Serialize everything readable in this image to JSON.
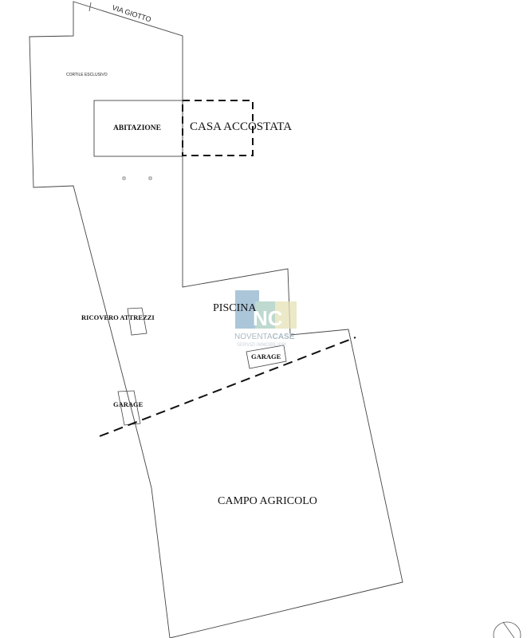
{
  "labels": {
    "street": "VIA GIOTTO",
    "courtyard": "CORTILE ESCLUSIVO",
    "house": "ABITAZIONE",
    "adjacent_house": "CASA ACCOSTATA",
    "pool": "PISCINA",
    "tool_shed": "RICOVERO ATTREZZI",
    "garage_left": "GARAGE",
    "garage_right": "GARAGE",
    "field": "CAMPO AGRICOLO"
  },
  "watermark": {
    "monogram": "NC",
    "brand_a": "NOVENTA",
    "brand_b": "CASE",
    "tagline": "SERVIZI IMMOBILIARI"
  },
  "colors": {
    "line": "#444444",
    "dashed": "#111111",
    "wm_blue": "#8fb4cc",
    "wm_green": "#a9cdbf",
    "wm_yellow": "#e5e2b5"
  }
}
